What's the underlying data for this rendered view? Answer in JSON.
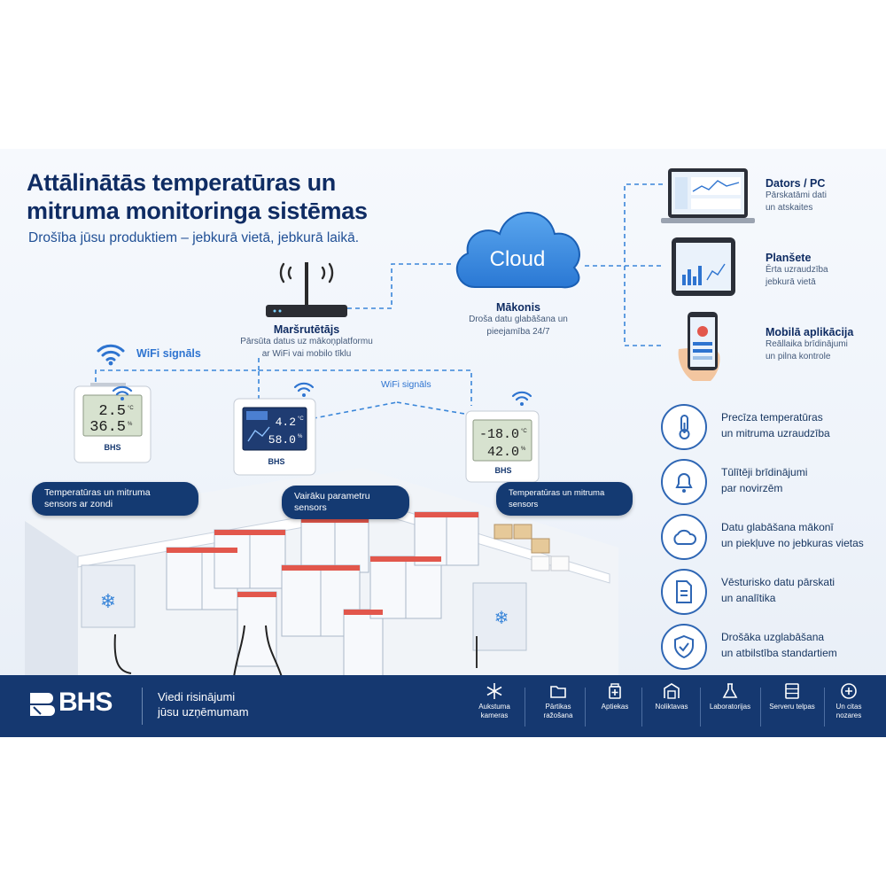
{
  "header": {
    "title_line1": "Attālinātās temperatūras un",
    "title_line2": "mitruma monitoringa sistēmas",
    "subtitle": "Drošība jūsu produktiem – jebkurā vietā, jebkurā laikā."
  },
  "cloud": {
    "label": "Cloud",
    "title": "Mākonis",
    "desc_line1": "Droša datu glabāšana un",
    "desc_line2": "pieejamība 24/7"
  },
  "router": {
    "title": "Maršrutētājs",
    "desc_line1": "Pārsūta datus uz mākoņplatformu",
    "desc_line2": "ar WiFi vai mobilo tīklu"
  },
  "wifi": {
    "label_main": "WiFi signāls",
    "label_mid": "WiFi signāls"
  },
  "devices": [
    {
      "title": "Dators / PC",
      "desc_line1": "Pārskatāmi dati",
      "desc_line2": "un atskaites"
    },
    {
      "title": "Planšete",
      "desc_line1": "Ērta uzraudzība",
      "desc_line2": "jebkurā vietā"
    },
    {
      "title": "Mobilā aplikācija",
      "desc_line1": "Reāllaika brīdinājumi",
      "desc_line2": "un pilna kontrole"
    }
  ],
  "sensors": [
    {
      "reading1": "2.5",
      "unit1": "°C",
      "reading2": "36.5",
      "unit2": "%",
      "brand": "BHS",
      "callout_line1": "Temperatūras un mitruma",
      "callout_line2": "sensors ar zondi"
    },
    {
      "reading1": "4.2",
      "unit1": "°C",
      "reading2": "58.0",
      "unit2": "%",
      "brand": "BHS",
      "callout_line1": "Vairāku parametru",
      "callout_line2": "sensors"
    },
    {
      "reading1": "-18.0",
      "unit1": "°C",
      "reading2": "42.0",
      "unit2": "%",
      "brand": "BHS",
      "callout_line1": "Temperatūras un mitruma",
      "callout_line2": "sensors"
    }
  ],
  "features": [
    {
      "icon": "thermometer-icon",
      "line1": "Precīza temperatūras",
      "line2": "un mitruma uzraudzība"
    },
    {
      "icon": "bell-icon",
      "line1": "Tūlītēji brīdinājumi",
      "line2": "par novirzēm"
    },
    {
      "icon": "cloud-icon",
      "line1": "Datu glabāšana mākonī",
      "line2": "un piekļuve no jebkuras vietas"
    },
    {
      "icon": "report-icon",
      "line1": "Vēsturisko datu pārskati",
      "line2": "un analītika"
    },
    {
      "icon": "shield-check-icon",
      "line1": "Drošāka uzglabāšana",
      "line2": "un atbilstība standartiem"
    }
  ],
  "footer": {
    "logo": "BHS",
    "tagline_line1": "Viedi risinājumi",
    "tagline_line2": "jūsu uzņēmumam",
    "industries": [
      {
        "icon": "snowflake-icon",
        "line1": "Aukstuma",
        "line2": "kameras"
      },
      {
        "icon": "folder-icon",
        "line1": "Pārtikas",
        "line2": "ražošana"
      },
      {
        "icon": "pharmacy-icon",
        "line1": "Aptiekas",
        "line2": ""
      },
      {
        "icon": "warehouse-icon",
        "line1": "Noliktavas",
        "line2": ""
      },
      {
        "icon": "flask-icon",
        "line1": "Laboratorijas",
        "line2": ""
      },
      {
        "icon": "server-icon",
        "line1": "Serveru telpas",
        "line2": ""
      },
      {
        "icon": "plus-circle-icon",
        "line1": "Un citas",
        "line2": "nozares"
      }
    ]
  },
  "colors": {
    "navy": "#153870",
    "accent": "#2e74d0",
    "title": "#0f2c63",
    "link_line": "#3a86d9"
  }
}
